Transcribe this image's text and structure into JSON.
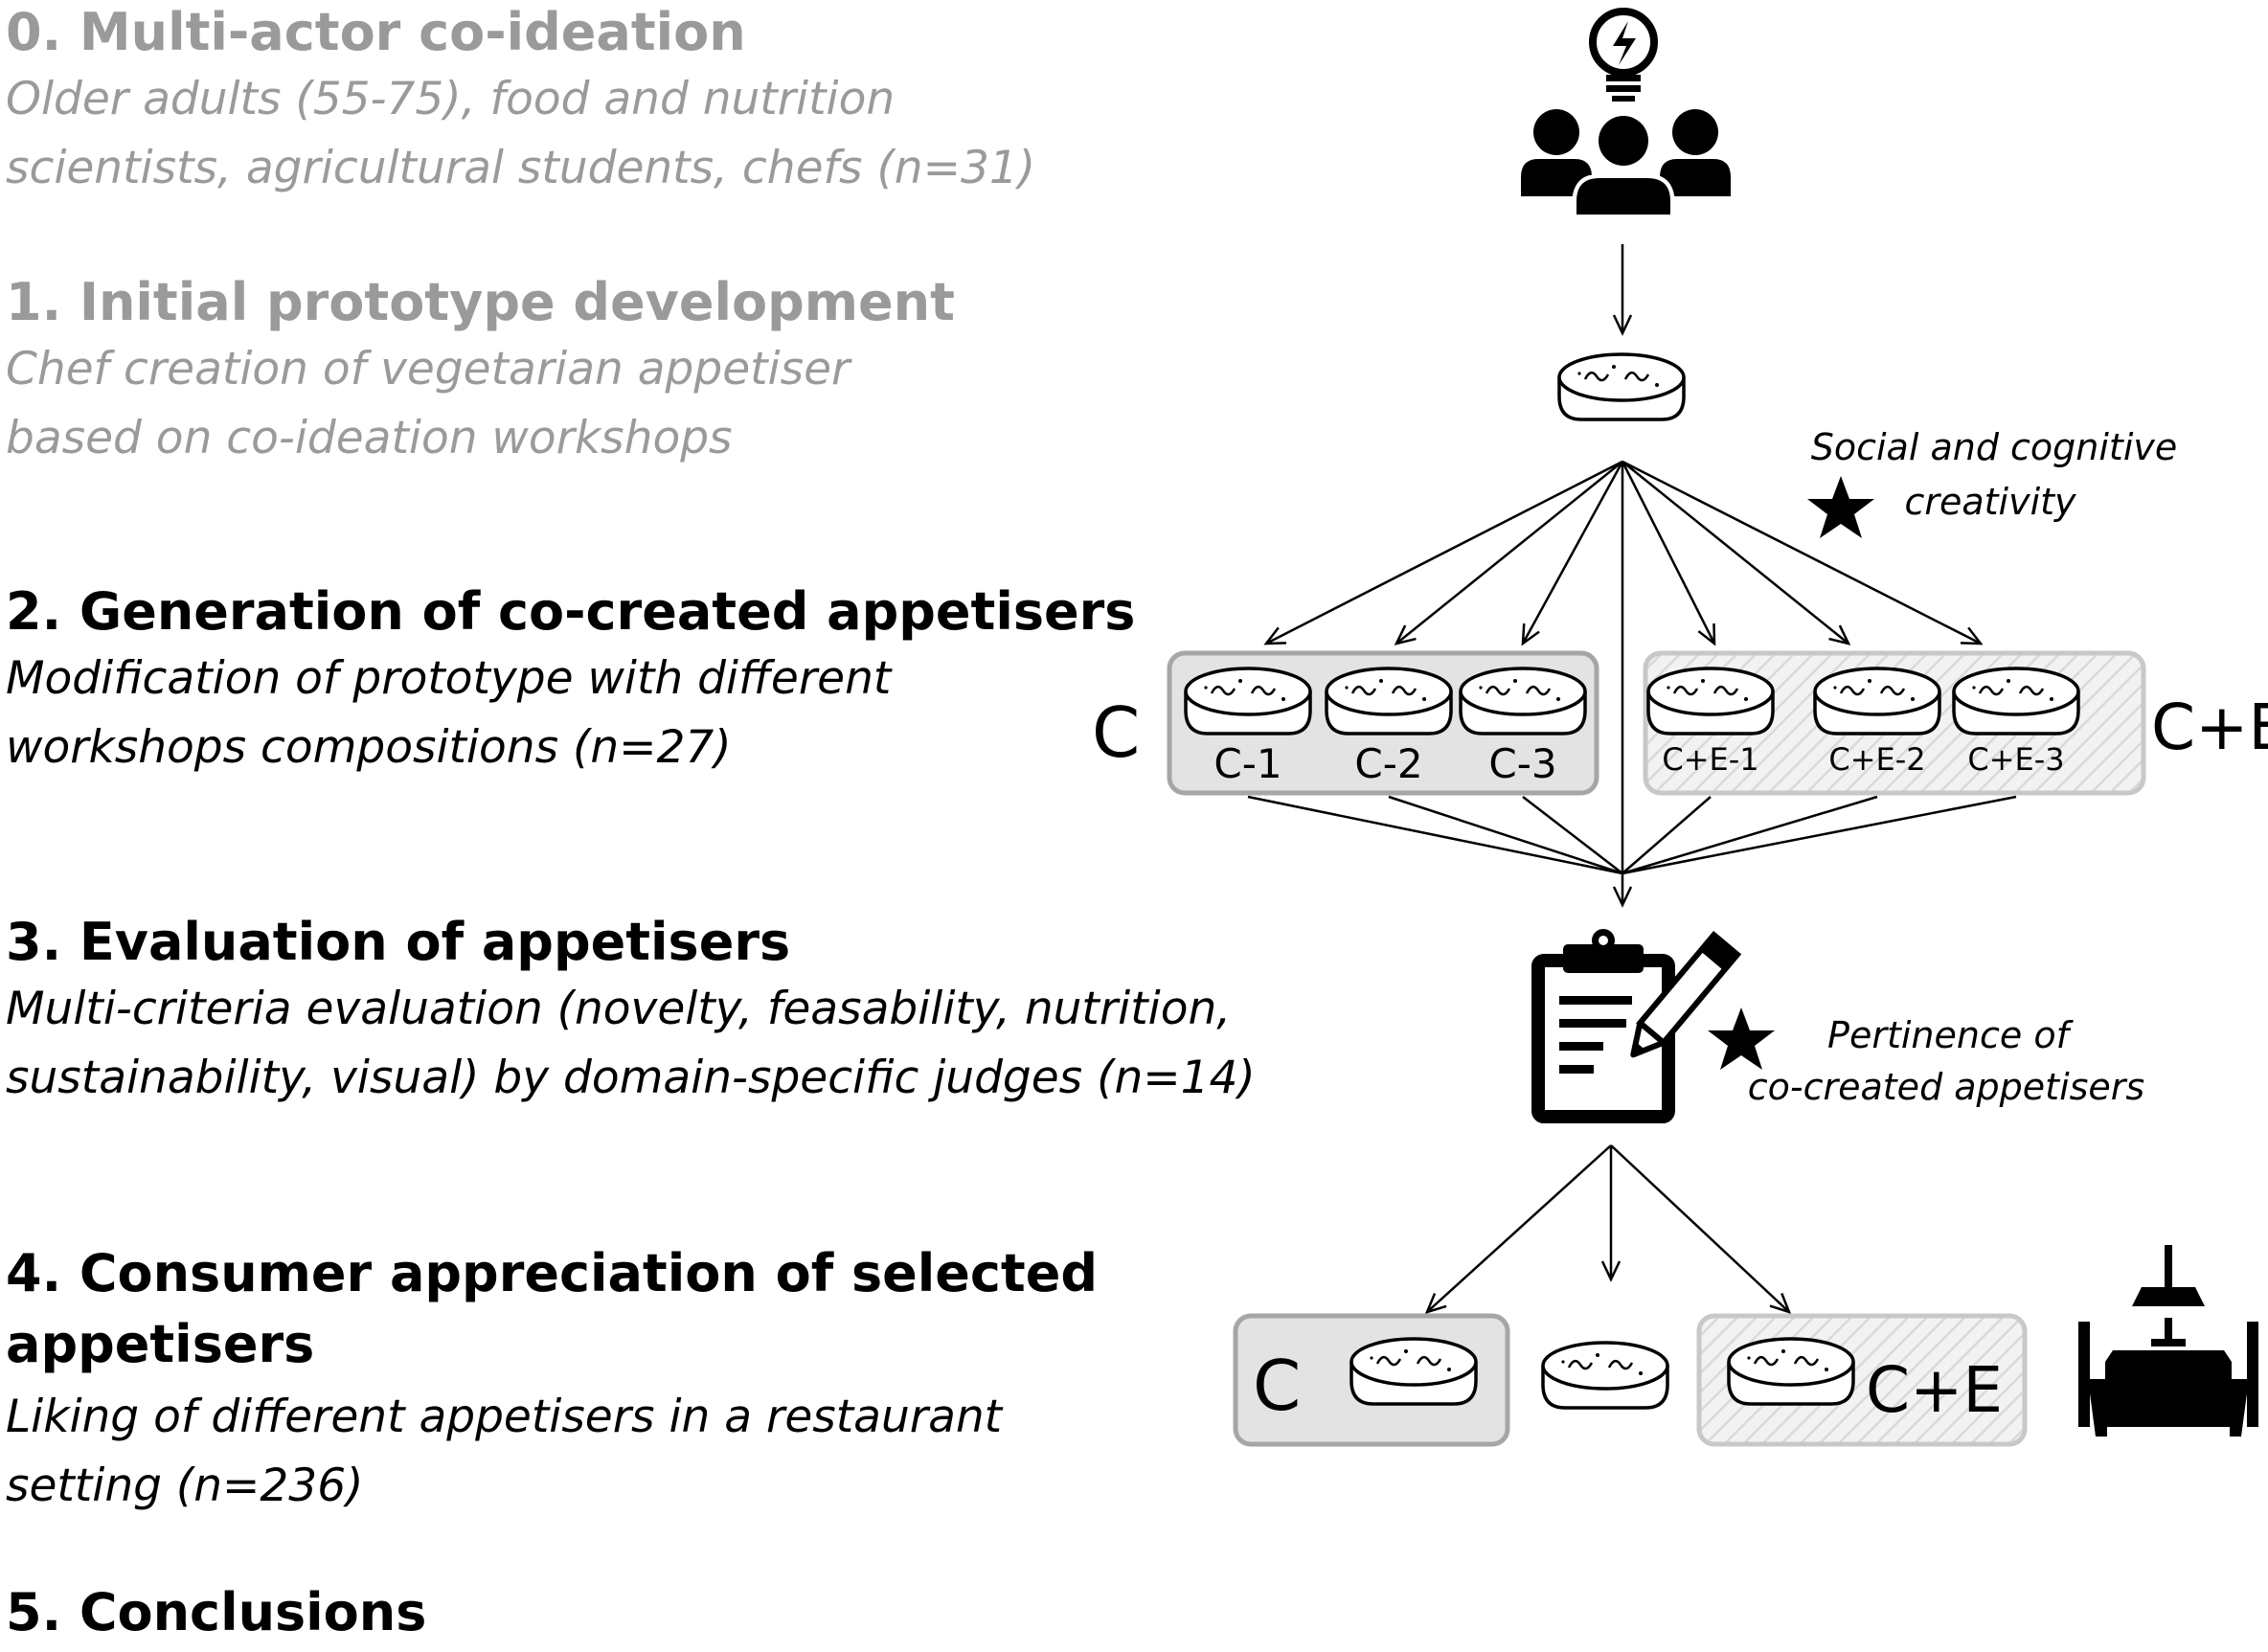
{
  "steps": [
    {
      "title": "0. Multi-actor co-ideation",
      "desc1": "Older adults (55-75), food and nutrition",
      "desc2": "scientists, agricultural students, chefs (n=31)"
    },
    {
      "title": "1. Initial prototype development",
      "desc1": "Chef creation of vegetarian appetiser",
      "desc2": "based on co-ideation workshops"
    },
    {
      "title": "2. Generation of co-created appetisers",
      "desc1": "Modification of prototype with different",
      "desc2": "workshops compositions (n=27)"
    },
    {
      "title": "3. Evaluation of appetisers",
      "desc1": "Multi-criteria evaluation (novelty, feasability, nutrition,",
      "desc2": "sustainability, visual) by domain-specific judges (n=14)"
    },
    {
      "title1": "4. Consumer appreciation of selected",
      "title2": "appetisers",
      "desc1": "Liking of different appetisers in a restaurant",
      "desc2": "setting (n=236)"
    },
    {
      "title": "5. Conclusions"
    }
  ],
  "diagram": {
    "group_c_label": "C",
    "group_ce_label": "C+E",
    "c_items": [
      "C-1",
      "C-2",
      "C-3"
    ],
    "ce_items": [
      "C+E-1",
      "C+E-2",
      "C+E-3"
    ],
    "annotation_creativity_1": "Social and cognitive",
    "annotation_creativity_2": "creativity",
    "annotation_pertinence_1": "Pertinence of",
    "annotation_pertinence_2": "co-created appetisers",
    "final_c_label": "C",
    "final_ce_label": "C+E"
  },
  "icons": [
    "lightbulb-icon",
    "people-group-icon",
    "appetiser-icon",
    "star-icon",
    "clipboard-pencil-icon",
    "restaurant-table-icon"
  ],
  "colors": {
    "step_inactive_text": "#9a9a9a",
    "step_active_text": "#000000",
    "group_c_fill": "#e3e3e3",
    "group_ce_fill": "#f0f0f0",
    "group_border": "#a6a6a6"
  }
}
